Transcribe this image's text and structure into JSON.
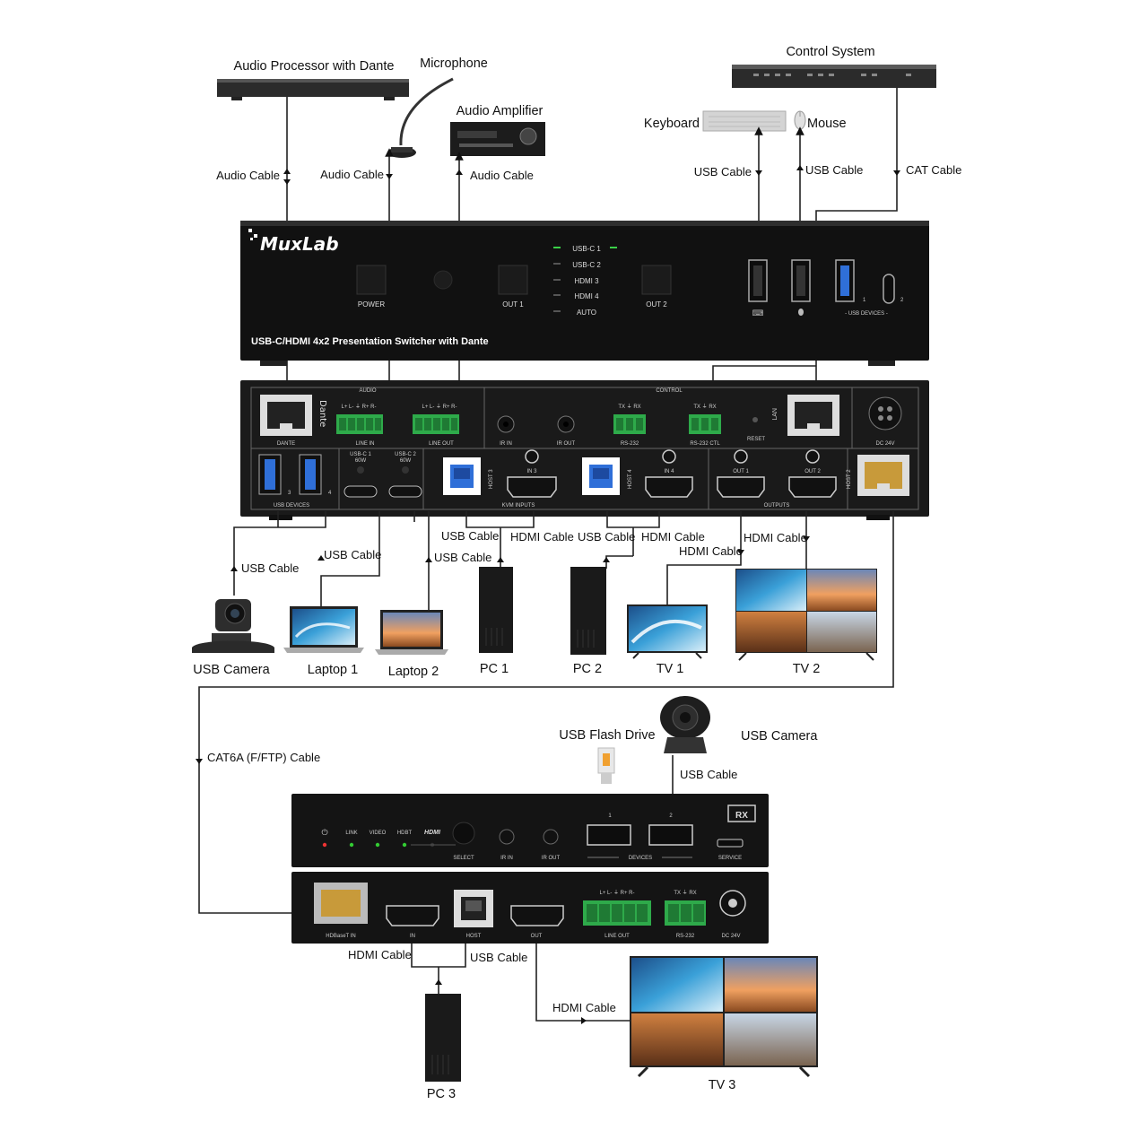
{
  "devices_top": {
    "audio_processor": "Audio Processor with Dante",
    "microphone": "Microphone",
    "audio_amplifier": "Audio Amplifier",
    "control_system": "Control System",
    "keyboard": "Keyboard",
    "mouse": "Mouse"
  },
  "cables": {
    "audio": "Audio Cable",
    "usb": "USB Cable",
    "cat": "CAT Cable",
    "hdmi": "HDMI Cable",
    "cat6a": "CAT6A (F/FTP) Cable"
  },
  "switcher_front": {
    "brand": "MuxLab",
    "model": "USB-C/HDMI 4x2 Presentation Switcher with Dante",
    "power": "POWER",
    "out1": "OUT 1",
    "out2": "OUT 2",
    "inputs": [
      "USB-C 1",
      "USB-C 2",
      "HDMI 3",
      "HDMI 4",
      "AUTO"
    ],
    "usb_devices": "- USB DEVICES -",
    "port1": "1",
    "port2": "2"
  },
  "switcher_rear": {
    "audio": "AUDIO",
    "control": "CONTROL",
    "dante": "DANTE",
    "dante_logo": "Dante",
    "line_in": "LINE IN",
    "line_out": "LINE OUT",
    "ir_in": "IR IN",
    "ir_out": "IR OUT",
    "rs232": "RS-232",
    "rs232_ctl": "RS-232 CTL",
    "reset": "RESET",
    "lan": "LAN",
    "dc24": "DC 24V",
    "usb_devices": "USB DEVICES",
    "usbc1": "USB-C 1",
    "usbc2": "USB-C 2",
    "watt": "60W",
    "host3": "HOST 3",
    "host4": "HOST 4",
    "host2": "HOST 2",
    "in3": "IN 3",
    "in4": "IN 4",
    "out1": "OUT 1",
    "out2": "OUT 2",
    "kvm_inputs": "KVM INPUTS",
    "outputs": "OUTPUTS",
    "audio_pins": "L+ L- ⏚ R+ R-",
    "serial_pins": "TX ⏚ RX",
    "port3": "3",
    "port4": "4"
  },
  "devices_mid": {
    "usb_camera": "USB Camera",
    "laptop1": "Laptop 1",
    "laptop2": "Laptop 2",
    "pc1": "PC 1",
    "pc2": "PC 2",
    "tv1": "TV 1",
    "tv2": "TV 2"
  },
  "devices_rx": {
    "flash_drive": "USB Flash Drive",
    "usb_camera": "USB Camera",
    "pc3": "PC 3",
    "tv3": "TV 3"
  },
  "rx_front": {
    "rx_badge": "RX",
    "link": "LINK",
    "video": "VIDEO",
    "hdbt": "HDBT",
    "hdmi": "HDMI",
    "select": "SELECT",
    "ir_in": "IR IN",
    "ir_out": "IR OUT",
    "devices": "DEVICES",
    "service": "SERVICE",
    "port1": "1",
    "port2": "2"
  },
  "rx_rear": {
    "hdbaset_in": "HDBaseT IN",
    "in": "IN",
    "host": "HOST",
    "out": "OUT",
    "line_out": "LINE OUT",
    "rs232": "RS-232",
    "dc24": "DC 24V",
    "audio_pins": "L+ L- ⏚ R+ R-",
    "serial_pins": "TX ⏚ RX"
  }
}
